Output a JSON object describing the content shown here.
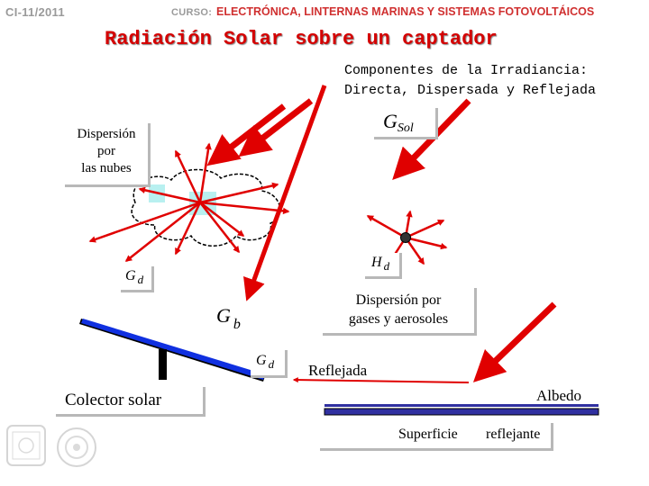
{
  "header": {
    "course_code": "CI-11/2011",
    "course_prefix": "CURSO:",
    "course_name": "ELECTRÓNICA, LINTERNAS MARINAS Y SISTEMAS FOTOVOLTÁICOS"
  },
  "title": "Radiación Solar sobre un captador",
  "components": {
    "line1": "Componentes de la Irradiancia:",
    "line2": "Directa, Dispersada y Reflejada"
  },
  "labels": {
    "g_sol_main": "G",
    "g_sol_sub": "Sol",
    "cloud_scatter": [
      "Dispersión",
      "por",
      "las nubes"
    ],
    "gd_left_main": "G",
    "gd_left_sub": "d",
    "hd_main": "H",
    "hd_sub": "d",
    "gas_scatter": [
      "Dispersión por",
      "gases y aerosoles"
    ],
    "gb_main": "G",
    "gb_sub": "b",
    "gd_right_main": "G",
    "gd_right_sub": "d",
    "reflected": "Reflejada",
    "albedo": "Albedo",
    "collector": "Colector solar",
    "surface": "Superficie",
    "reflecting": "reflejante"
  },
  "colors": {
    "arrow_red": "#e00000",
    "title_red": "#d40000",
    "header_gray": "#9a9a9a",
    "header_red": "#d03030",
    "collector_blue": "#1030e0",
    "surface_blue": "#3030a0",
    "cloud_cyan": "#b8f0f0"
  }
}
